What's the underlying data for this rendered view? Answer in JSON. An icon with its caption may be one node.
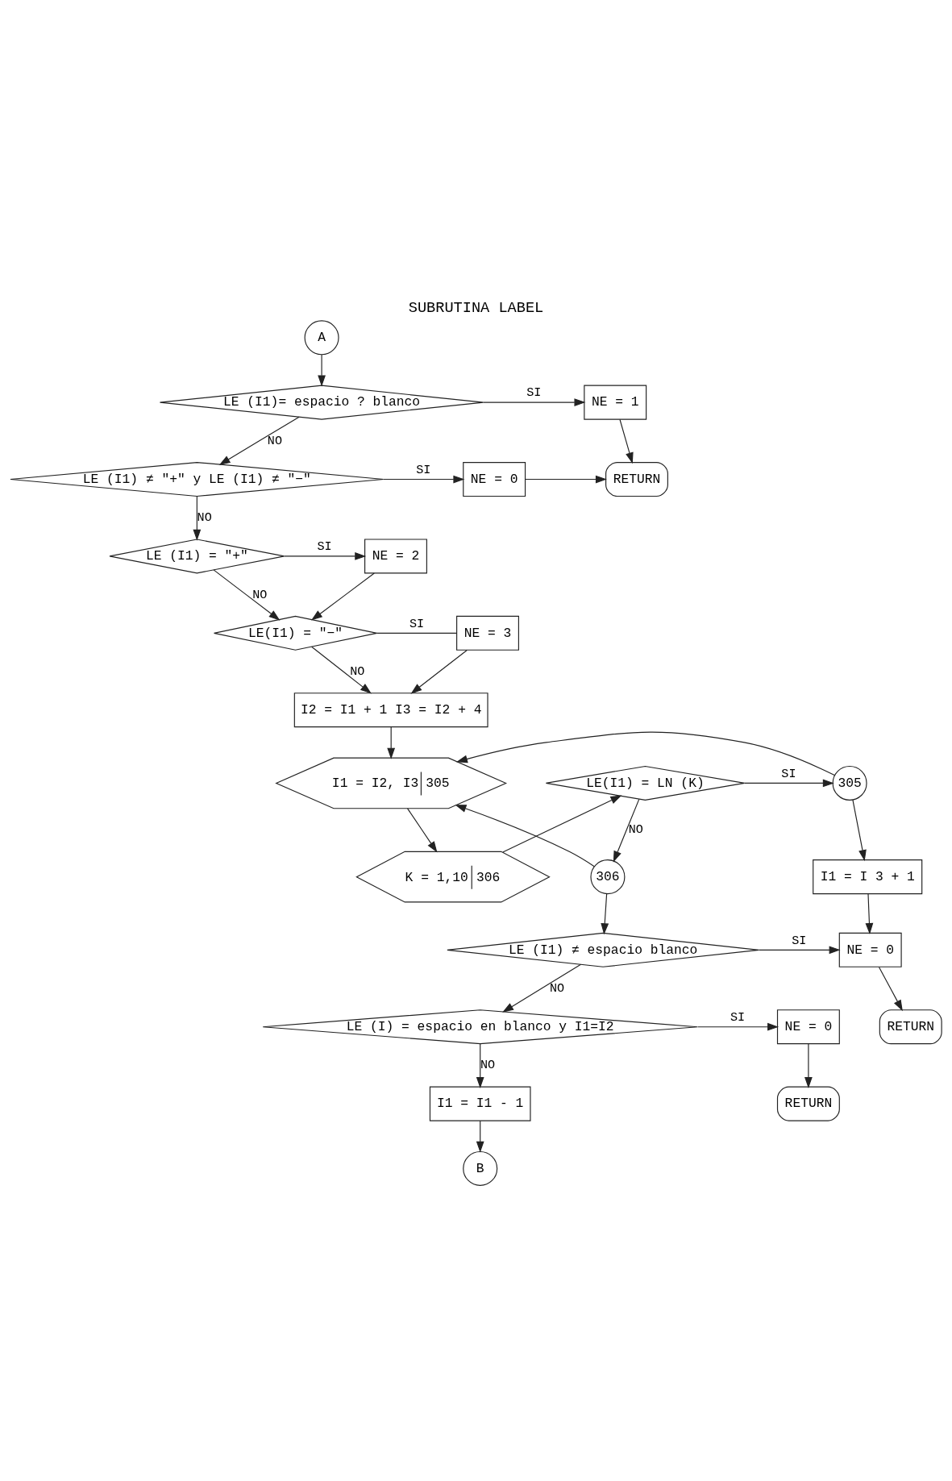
{
  "diagram": {
    "title": "SUBRUTINA LABEL",
    "nodes": [
      {
        "text": [
          "A"
        ]
      },
      {
        "text": [
          "LE (I1)= espacio ? blanco"
        ]
      },
      {
        "text": [
          "NE = 1"
        ]
      },
      {
        "text": [
          "RETURN"
        ]
      },
      {
        "text": [
          "LE (I1) ≠ \"+\" y LE (I1) ≠ \"−\""
        ]
      },
      {
        "text": [
          "NE = 0"
        ]
      },
      {
        "text": [
          "LE (I1) = \"+\""
        ]
      },
      {
        "text": [
          "NE = 2"
        ]
      },
      {
        "text": [
          "LE(I1) = \"−\""
        ]
      },
      {
        "text": [
          "NE = 3"
        ]
      },
      {
        "text": [
          "I2 = I1 + 1 I3 = I2 + 4"
        ]
      },
      {
        "text": [
          "I1 = I2, I3",
          "305"
        ]
      },
      {
        "text": [
          "K = 1,10",
          "306"
        ]
      },
      {
        "text": [
          "LE(I1) = LN (K)"
        ]
      },
      {
        "text": [
          "305"
        ]
      },
      {
        "text": [
          "I1 = I 3 + 1"
        ]
      },
      {
        "text": [
          "306"
        ]
      },
      {
        "text": [
          "LE (I1) ≠ espacio blanco"
        ]
      },
      {
        "text": [
          "NE = 0"
        ]
      },
      {
        "text": [
          "RETURN"
        ]
      },
      {
        "text": [
          "LE (I) = espacio en blanco y I1=I2"
        ]
      },
      {
        "text": [
          "NE = 0"
        ]
      },
      {
        "text": [
          "RETURN"
        ]
      },
      {
        "text": [
          "I1 = I1 - 1"
        ]
      },
      {
        "text": [
          "B"
        ]
      }
    ],
    "edges": [
      {
        "from": 0,
        "to": 1,
        "arrow": "to"
      },
      {
        "from": 1,
        "to": 2,
        "arrow": "to",
        "label": "SI"
      },
      {
        "from": 2,
        "to": 3,
        "arrow": "to"
      },
      {
        "from": 1,
        "to": 4,
        "arrow": "to",
        "label": "NO"
      },
      {
        "from": 4,
        "to": 5,
        "arrow": "to",
        "label": "SI"
      },
      {
        "from": 5,
        "to": 3,
        "arrow": "to"
      },
      {
        "from": 4,
        "to": 6,
        "arrow": "to",
        "label": "NO"
      },
      {
        "from": 6,
        "to": 7,
        "arrow": "to",
        "label": "SI"
      },
      {
        "from": 6,
        "to": 8,
        "arrow": "to",
        "label": "NO"
      },
      {
        "from": 7,
        "to": 8,
        "arrow": "to"
      },
      {
        "from": 8,
        "to": 9,
        "arrow": "none",
        "label": "SI"
      },
      {
        "from": 8,
        "to": 10,
        "arrow": "to",
        "label": "NO"
      },
      {
        "from": 9,
        "to": 10,
        "arrow": "to"
      },
      {
        "from": 10,
        "to": 11,
        "arrow": "to"
      },
      {
        "from": 11,
        "to": 12,
        "arrow": "to"
      },
      {
        "from": 12,
        "to": 13,
        "arrow": "to"
      },
      {
        "from": 13,
        "to": 14,
        "arrow": "to",
        "label": "SI"
      },
      {
        "from": 14,
        "to": 11,
        "arrow": "to"
      },
      {
        "from": 14,
        "to": 15,
        "arrow": "to"
      },
      {
        "from": 13,
        "to": 16,
        "arrow": "to",
        "label": "NO"
      },
      {
        "from": 16,
        "to": 11,
        "arrow": "to"
      },
      {
        "from": 16,
        "to": 17,
        "arrow": "to"
      },
      {
        "from": 15,
        "to": 18,
        "arrow": "to"
      },
      {
        "from": 17,
        "to": 18,
        "arrow": "to",
        "label": "SI"
      },
      {
        "from": 18,
        "to": 19,
        "arrow": "to"
      },
      {
        "from": 17,
        "to": 20,
        "arrow": "to",
        "label": "NO"
      },
      {
        "from": 20,
        "to": 21,
        "arrow": "to",
        "label": "SI"
      },
      {
        "from": 21,
        "to": 22,
        "arrow": "to"
      },
      {
        "from": 20,
        "to": 23,
        "arrow": "to",
        "label": "NO"
      },
      {
        "from": 23,
        "to": 24,
        "arrow": "to"
      }
    ]
  }
}
